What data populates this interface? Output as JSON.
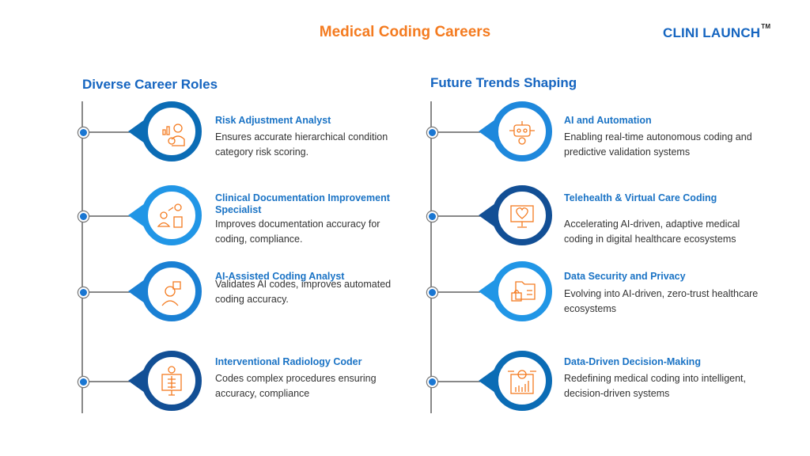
{
  "header": {
    "title": "Medical Coding Careers",
    "logo_text": "CLINI LAUNCH",
    "logo_tm": "TM"
  },
  "left": {
    "title": "Diverse Career Roles",
    "items": [
      {
        "title": "Risk Adjustment Analyst",
        "desc": "Ensures accurate hierarchical condition category risk scoring.",
        "icon": "analyst-chart-gear-icon",
        "color": "#0b6cb5"
      },
      {
        "title": "Clinical Documentation Improvement Specialist",
        "desc": "Improves documentation accuracy for coding, compliance.",
        "icon": "specialist-document-gear-icon",
        "color": "#2196e6"
      },
      {
        "title": "AI-Assisted Coding Analyst",
        "desc": "Validates AI codes, improves automated coding accuracy.",
        "icon": "coder-chip-icon",
        "color": "#1a80d4"
      },
      {
        "title": "Interventional Radiology Coder",
        "desc": "Codes complex procedures ensuring accuracy, compliance",
        "icon": "radiology-xray-icon",
        "color": "#124f95"
      }
    ]
  },
  "right": {
    "title": "Future Trends Shaping",
    "items": [
      {
        "title": "AI and Automation",
        "desc": " Enabling real-time autonomous coding and predictive validation systems",
        "icon": "robot-icon",
        "color": "#1e88dc"
      },
      {
        "title": "Telehealth & Virtual Care Coding",
        "desc": "Accelerating AI-driven, adaptive medical coding in digital healthcare ecosystems",
        "icon": "monitor-heart-icon",
        "color": "#124f95"
      },
      {
        "title": "Data Security and Privacy",
        "desc": "Evolving into AI-driven, zero-trust healthcare ecosystems",
        "icon": "folder-lock-icon",
        "color": "#2196e6"
      },
      {
        "title": "Data-Driven Decision-Making",
        "desc": "Redefining medical coding into intelligent, decision-driven systems",
        "icon": "gear-bar-chart-icon",
        "color": "#0b6cb5"
      }
    ]
  }
}
